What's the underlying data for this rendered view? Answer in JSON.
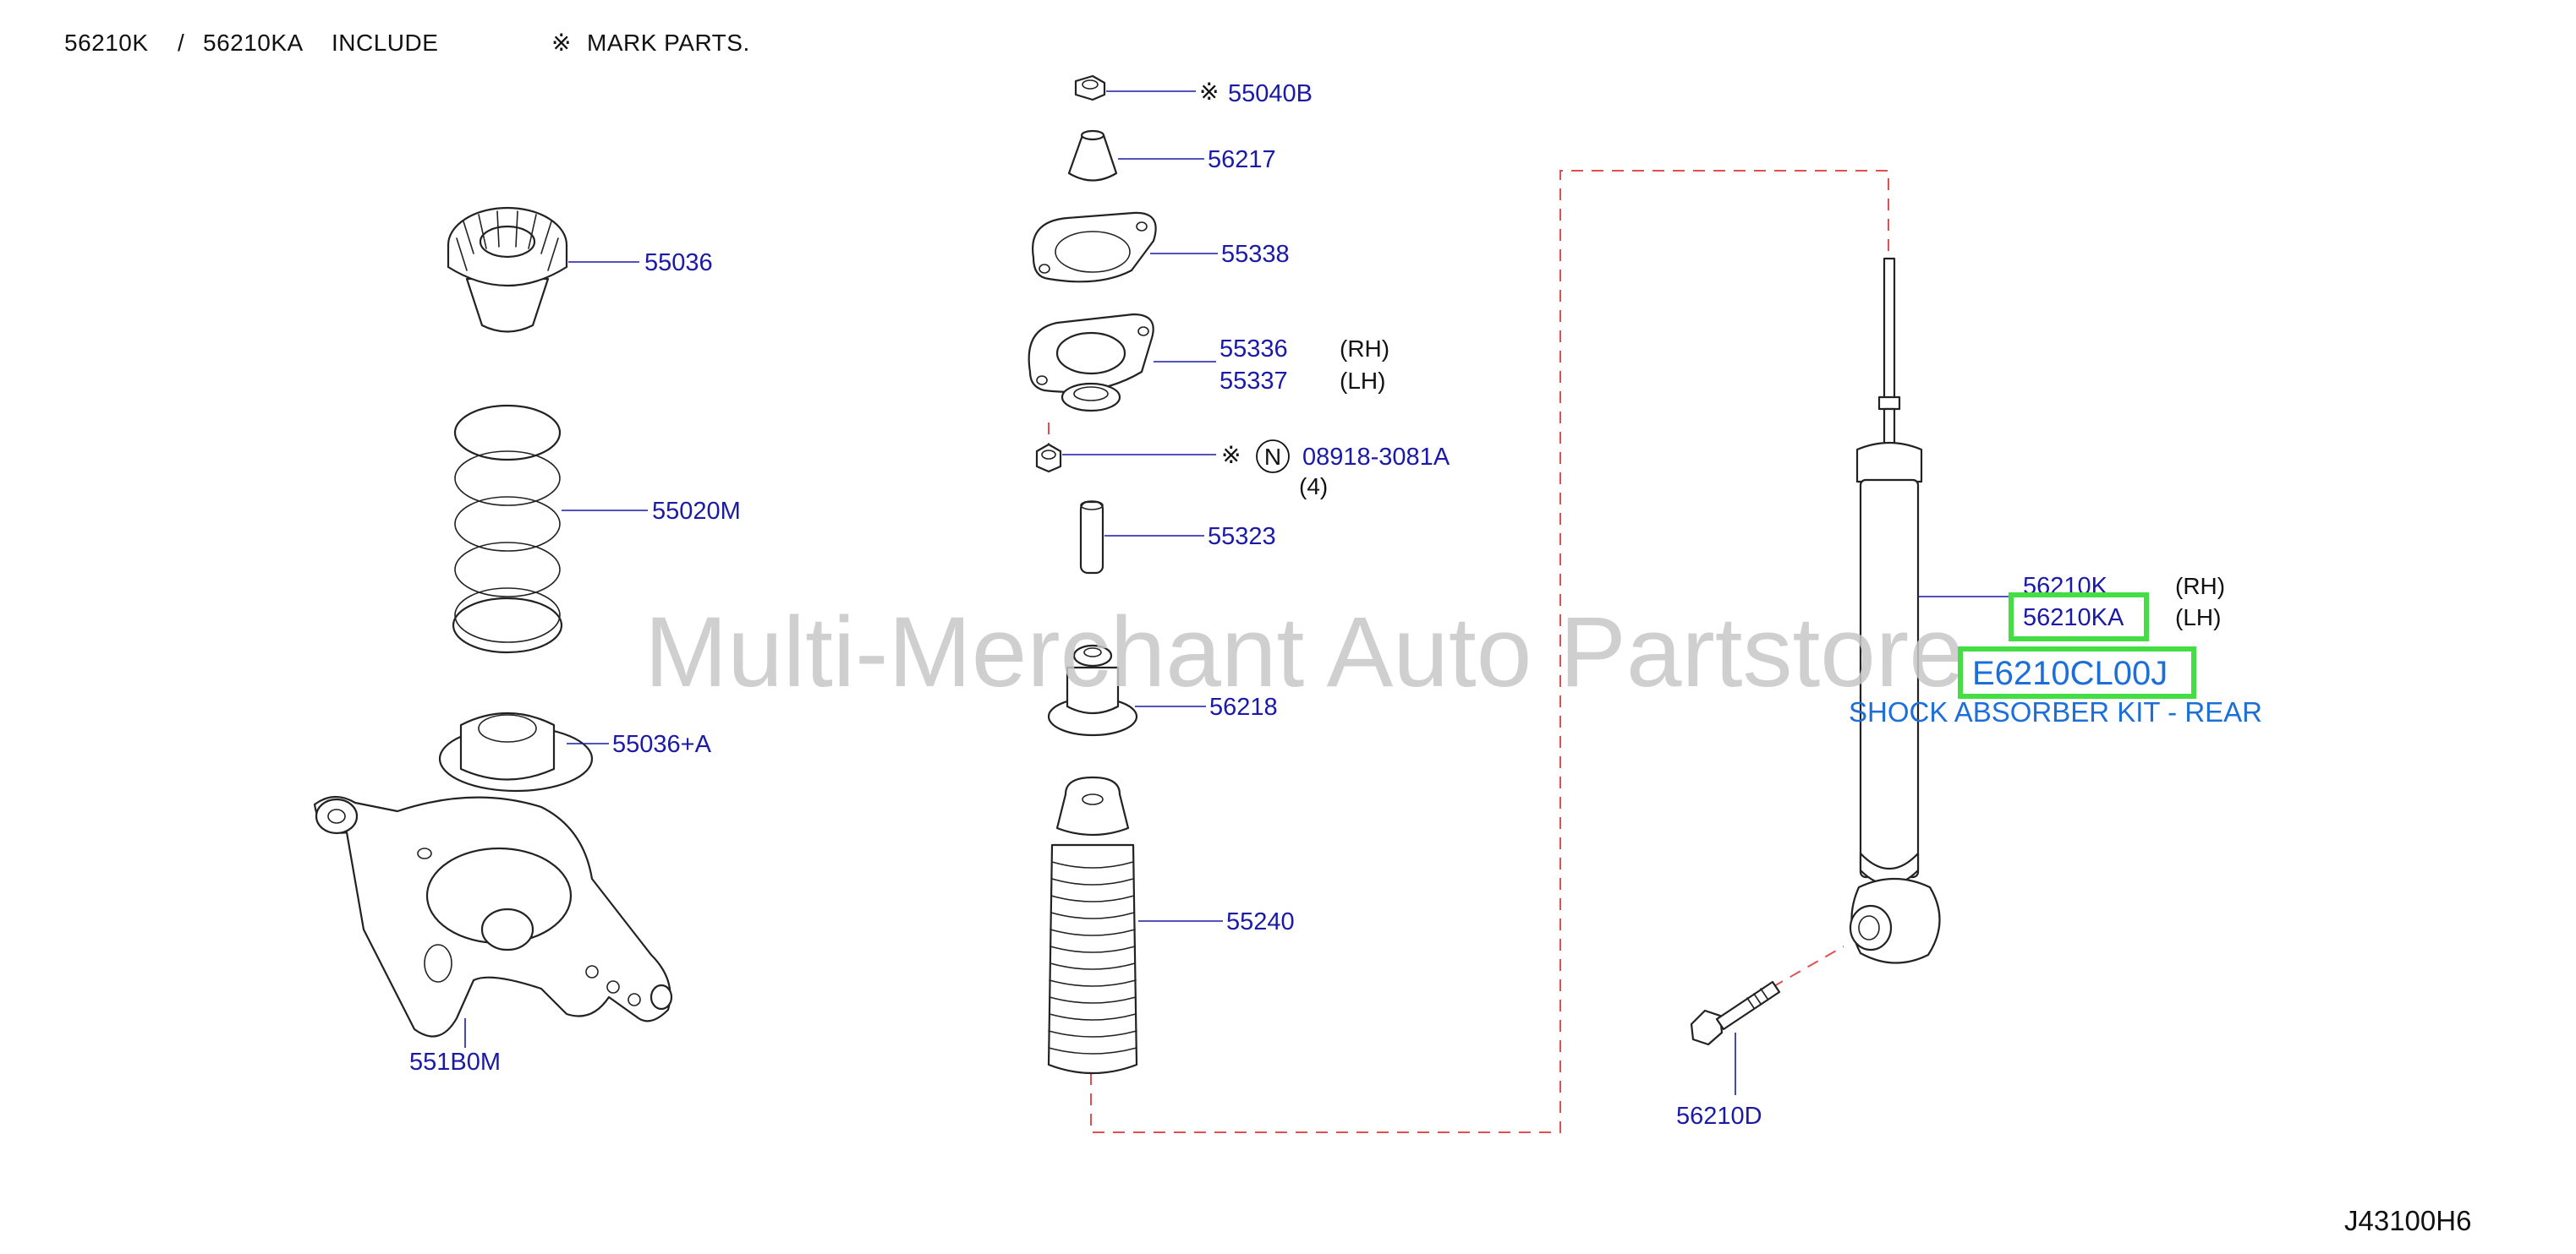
{
  "header": {
    "include_part_a": "56210K",
    "separator": "/",
    "include_part_b": "56210KA",
    "include_word": "INCLUDE",
    "mark_symbol": "※",
    "mark_text": "MARK   PARTS."
  },
  "parts": {
    "p55036": "55036",
    "p55020M": "55020M",
    "p55036A": "55036+A",
    "p551B0M": "551B0M",
    "p55040B": "55040B",
    "p56217": "56217",
    "p55338": "55338",
    "p55336": "55336",
    "p55337": "55337",
    "p08918": "08918-3081A",
    "p55323": "55323",
    "p56218": "56218",
    "p55240": "55240",
    "p56210K": "56210K",
    "p56210KA": "56210KA",
    "p56210D": "56210D"
  },
  "labels": {
    "rh": "(RH)",
    "lh": "(LH)",
    "qty4": "(4)",
    "mark": "※",
    "n_circle": "N"
  },
  "kit": {
    "code": "E6210CL00J",
    "name": "SHOCK ABSORBER KIT - REAR"
  },
  "watermark": "Multi-Merchant Auto Partstore",
  "diagram_code": "J43100H6",
  "colors": {
    "part_number": "#1a1aa6",
    "highlight": "#44dd44",
    "kit_text": "#1c6fd8",
    "dashed_line": "#e05050"
  }
}
